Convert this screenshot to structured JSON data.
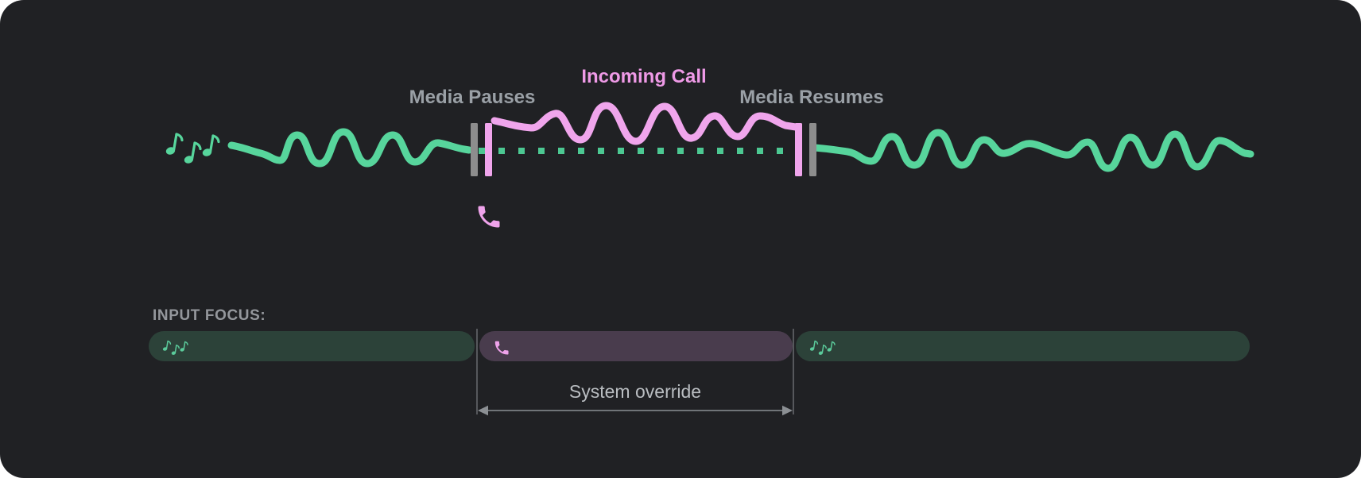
{
  "figure": {
    "title_semantics": "media-audio-focus-interruption-diagram",
    "timeline": {
      "media_pauses_label": "Media Pauses",
      "incoming_call_label": "Incoming Call",
      "media_resumes_label": "Media Resumes",
      "media_waveform_icon": "music-notes-icon",
      "call_waveform_icon": "phone-icon"
    },
    "focus_bar": {
      "heading": "INPUT FOCUS:",
      "annotation": "System override",
      "segments": [
        {
          "name": "media-focus-before",
          "icon": "music-notes-icon",
          "kind": "media"
        },
        {
          "name": "call-focus",
          "icon": "phone-icon",
          "kind": "call"
        },
        {
          "name": "media-focus-after",
          "icon": "music-notes-icon",
          "kind": "media"
        }
      ]
    },
    "colors": {
      "panel_background": "#202124",
      "media_green": "#57d59c",
      "media_dotted_green": "#4cc892",
      "call_pink": "#f0a5ec",
      "call_label_pink": "#ef9ae7",
      "label_gray": "#9aa0a6",
      "marker_gray": "#8d8d8d",
      "pill_green": "#2c4239",
      "pill_purple": "#493c4d",
      "annotation_text_gray": "#b9bdc1",
      "arrow_gray": "#8b8f93"
    }
  }
}
